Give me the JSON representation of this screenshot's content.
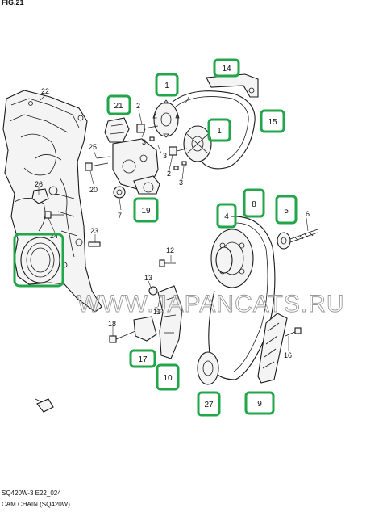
{
  "header_fragment": "FIG.21",
  "watermark": "WWW.JAPANCATS.RU",
  "caption": {
    "code": "SQ420W-3 E22_024",
    "title": "CAM CHAIN (SQ420W)"
  },
  "plain_labels": [
    {
      "id": "22",
      "text": "22"
    },
    {
      "id": "2a",
      "text": "2"
    },
    {
      "id": "3a",
      "text": "3"
    },
    {
      "id": "25",
      "text": "25"
    },
    {
      "id": "3b",
      "text": "3"
    },
    {
      "id": "2b",
      "text": "2"
    },
    {
      "id": "3c",
      "text": "3"
    },
    {
      "id": "20",
      "text": "20"
    },
    {
      "id": "26",
      "text": "26"
    },
    {
      "id": "7",
      "text": "7"
    },
    {
      "id": "24",
      "text": "24"
    },
    {
      "id": "23",
      "text": "23"
    },
    {
      "id": "6",
      "text": "6"
    },
    {
      "id": "12",
      "text": "12"
    },
    {
      "id": "13",
      "text": "13"
    },
    {
      "id": "11",
      "text": "11"
    },
    {
      "id": "18",
      "text": "18"
    },
    {
      "id": "16",
      "text": "16"
    }
  ],
  "callouts": [
    {
      "id": "1a",
      "text": "1"
    },
    {
      "id": "14",
      "text": "14"
    },
    {
      "id": "21",
      "text": "21"
    },
    {
      "id": "15",
      "text": "15"
    },
    {
      "id": "1b",
      "text": "1"
    },
    {
      "id": "19",
      "text": "19"
    },
    {
      "id": "8",
      "text": "8"
    },
    {
      "id": "4",
      "text": "4"
    },
    {
      "id": "5",
      "text": "5"
    },
    {
      "id": "17",
      "text": "17"
    },
    {
      "id": "10",
      "text": "10"
    },
    {
      "id": "27",
      "text": "27"
    },
    {
      "id": "9",
      "text": "9"
    }
  ],
  "colors": {
    "callout_border": "#22a64a",
    "line": "#1a1a1a",
    "watermark": "#9a9a9a"
  }
}
